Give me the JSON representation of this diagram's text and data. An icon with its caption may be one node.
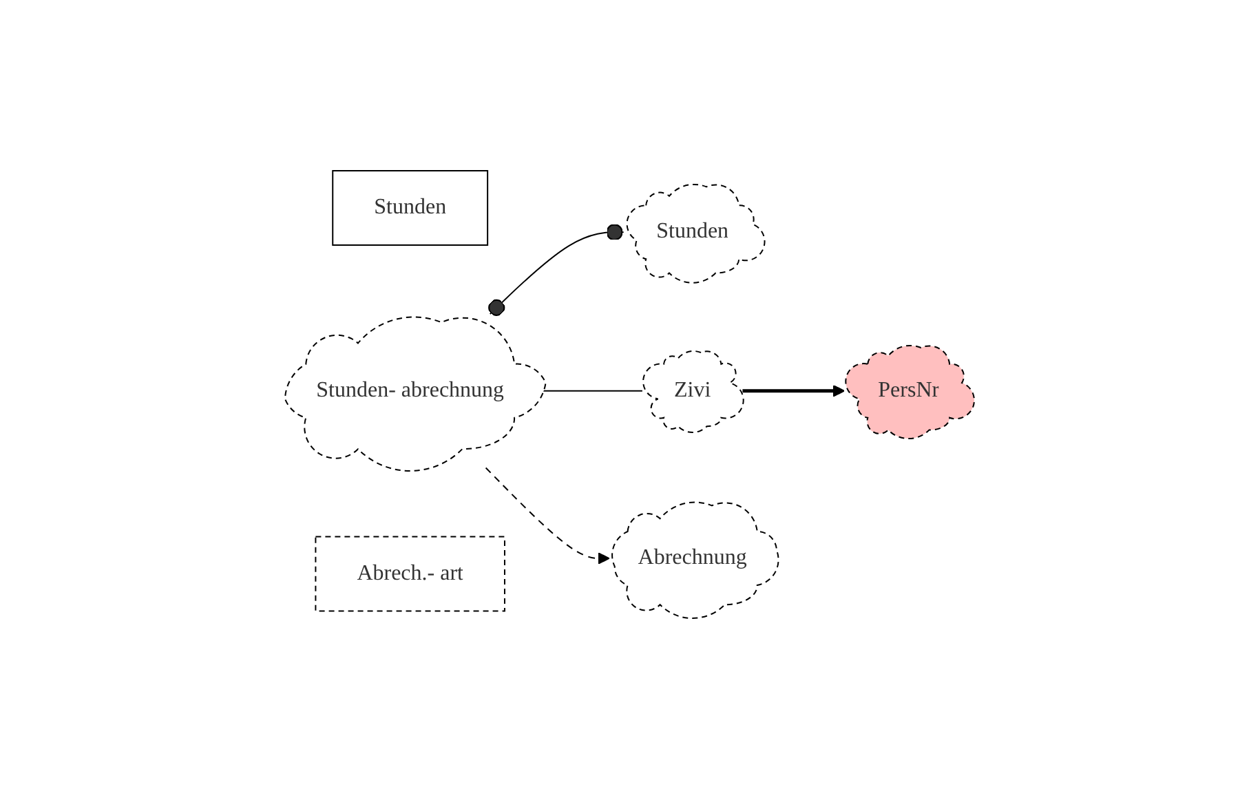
{
  "diagram": {
    "nodes": [
      {
        "text": [
          "Stunden"
        ]
      },
      {
        "text": [
          "Stunden- abrechnung"
        ]
      },
      {
        "text": [
          "Stunden"
        ]
      },
      {
        "text": [
          "Zivi"
        ]
      },
      {
        "text": [
          "PersNr"
        ]
      },
      {
        "text": [
          "Abrech.- art"
        ]
      },
      {
        "text": [
          "Abrechnung"
        ]
      }
    ],
    "edges": [
      {
        "from": 1,
        "to": 2,
        "arrow": "other"
      },
      {
        "from": 1,
        "to": 3,
        "arrow": "none"
      },
      {
        "from": 3,
        "to": 4,
        "arrow": "to",
        "style": "thick"
      },
      {
        "from": 1,
        "to": 6,
        "arrow": "to",
        "style": "dashed"
      }
    ]
  }
}
